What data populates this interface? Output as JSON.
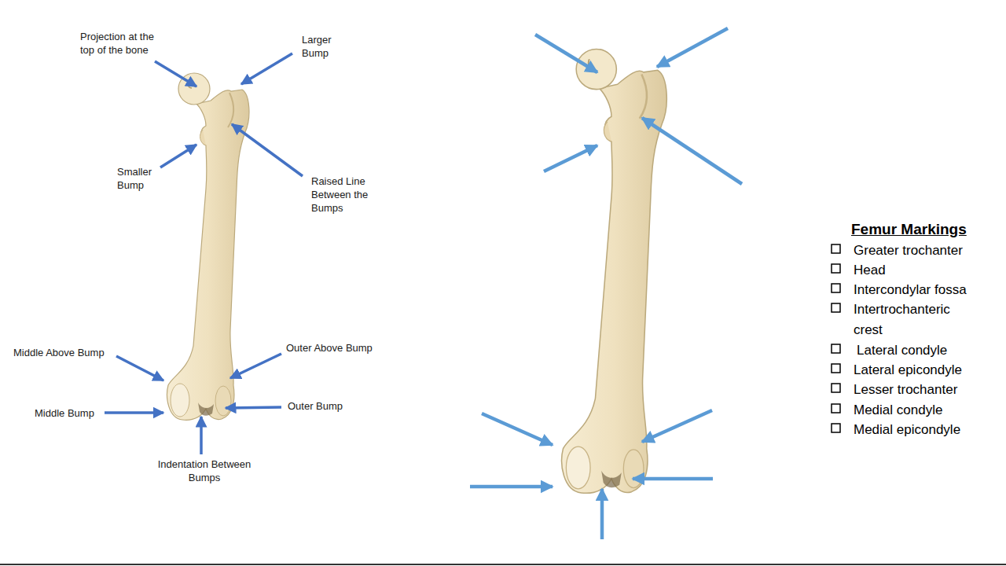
{
  "diagram": {
    "title": "Femur Markings",
    "labels": [
      "Projection at the top of the bone",
      "Larger Bump",
      "Smaller Bump",
      "Raised Line Between the Bumps",
      "Middle Above Bump",
      "Outer Above Bump",
      "Middle Bump",
      "Outer Bump",
      "Indentation Between Bumps",
      "Greater trochanter",
      "Head",
      "Intercondylar fossa",
      "Intertrochanteric crest",
      "Lateral condyle",
      "Lateral epicondyle",
      "Lesser trochanter",
      "Medial condyle",
      "Medial epicondyle"
    ]
  }
}
